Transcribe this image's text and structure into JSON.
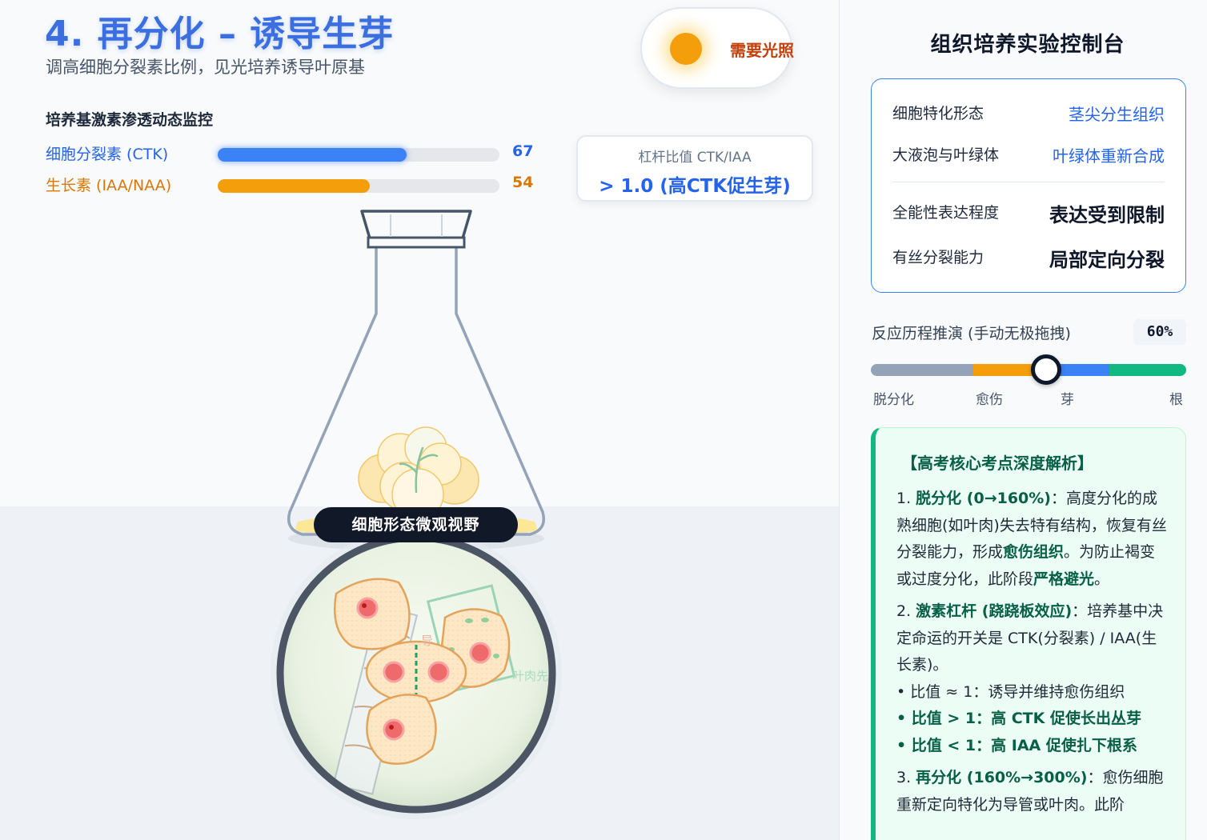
{
  "header": {
    "title": "4. 再分化 – 诱导生芽",
    "subtitle": "调高细胞分裂素比例，见光培养诱导叶原基",
    "light_label": "需要光照"
  },
  "monitor": {
    "title": "培养基激素渗透动态监控",
    "ctk": {
      "label": "细胞分裂素 (CTK)",
      "value": "67",
      "level": 67,
      "color": "#3b82f6"
    },
    "iaa": {
      "label": "生长素 (IAA/NAA)",
      "value": "54",
      "level": 54,
      "color": "#f59e0b"
    }
  },
  "ratio": {
    "label": "杠杆比值 CTK/IAA",
    "value": "> 1.0 (高CTK促生芽)"
  },
  "micro": {
    "label": "细胞形态微观视野",
    "tag_xylem": "导",
    "tag_mesophyll": "叶肉先"
  },
  "panel": {
    "title": "组织培养实验控制台",
    "states": [
      {
        "key": "细胞特化形态",
        "value": "茎尖分生组织"
      },
      {
        "key": "大液泡与叶绿体",
        "value": "叶绿体重新合成"
      },
      {
        "key": "全能性表达程度",
        "value": "表达受到限制"
      },
      {
        "key": "有丝分裂能力",
        "value": "局部定向分裂"
      }
    ],
    "slider": {
      "label": "反应历程推演 (手动无极拖拽)",
      "percent": "60%",
      "level": 60,
      "ticks": [
        "脱分化",
        "愈伤",
        "芽",
        "根"
      ],
      "colors": [
        "#94a3b8",
        "#f59e0b",
        "#3b82f6",
        "#10b981"
      ]
    },
    "analysis": {
      "title": "【高考核心考点深度解析】",
      "p1_num": "1. ",
      "p1_head": "脱分化 (0→160%)",
      "p1_a": "：高度分化的成熟细胞(如叶肉)失去特有结构，恢复有丝分裂能力，形成",
      "p1_b": "愈伤组织",
      "p1_c": "。为防止褐变或过度分化，此阶段",
      "p1_d": "严格避光",
      "p1_e": "。",
      "p2_num": "2. ",
      "p2_head": "激素杠杆 (跷跷板效应)",
      "p2_a": "：培养基中决定命运的开关是 CTK(分裂素) / IAA(生长素)。",
      "b1": "• 比值 ≈ 1：诱导并维持愈伤组织",
      "b2": "• 比值 > 1：高 CTK 促使长出丛芽",
      "b3": "• 比值 < 1：高 IAA 促使扎下根系",
      "p3_num": "3. ",
      "p3_head": "再分化 (160%→300%)",
      "p3_a": "：愈伤细胞重新定向特化为导管或叶肉。此阶"
    }
  }
}
